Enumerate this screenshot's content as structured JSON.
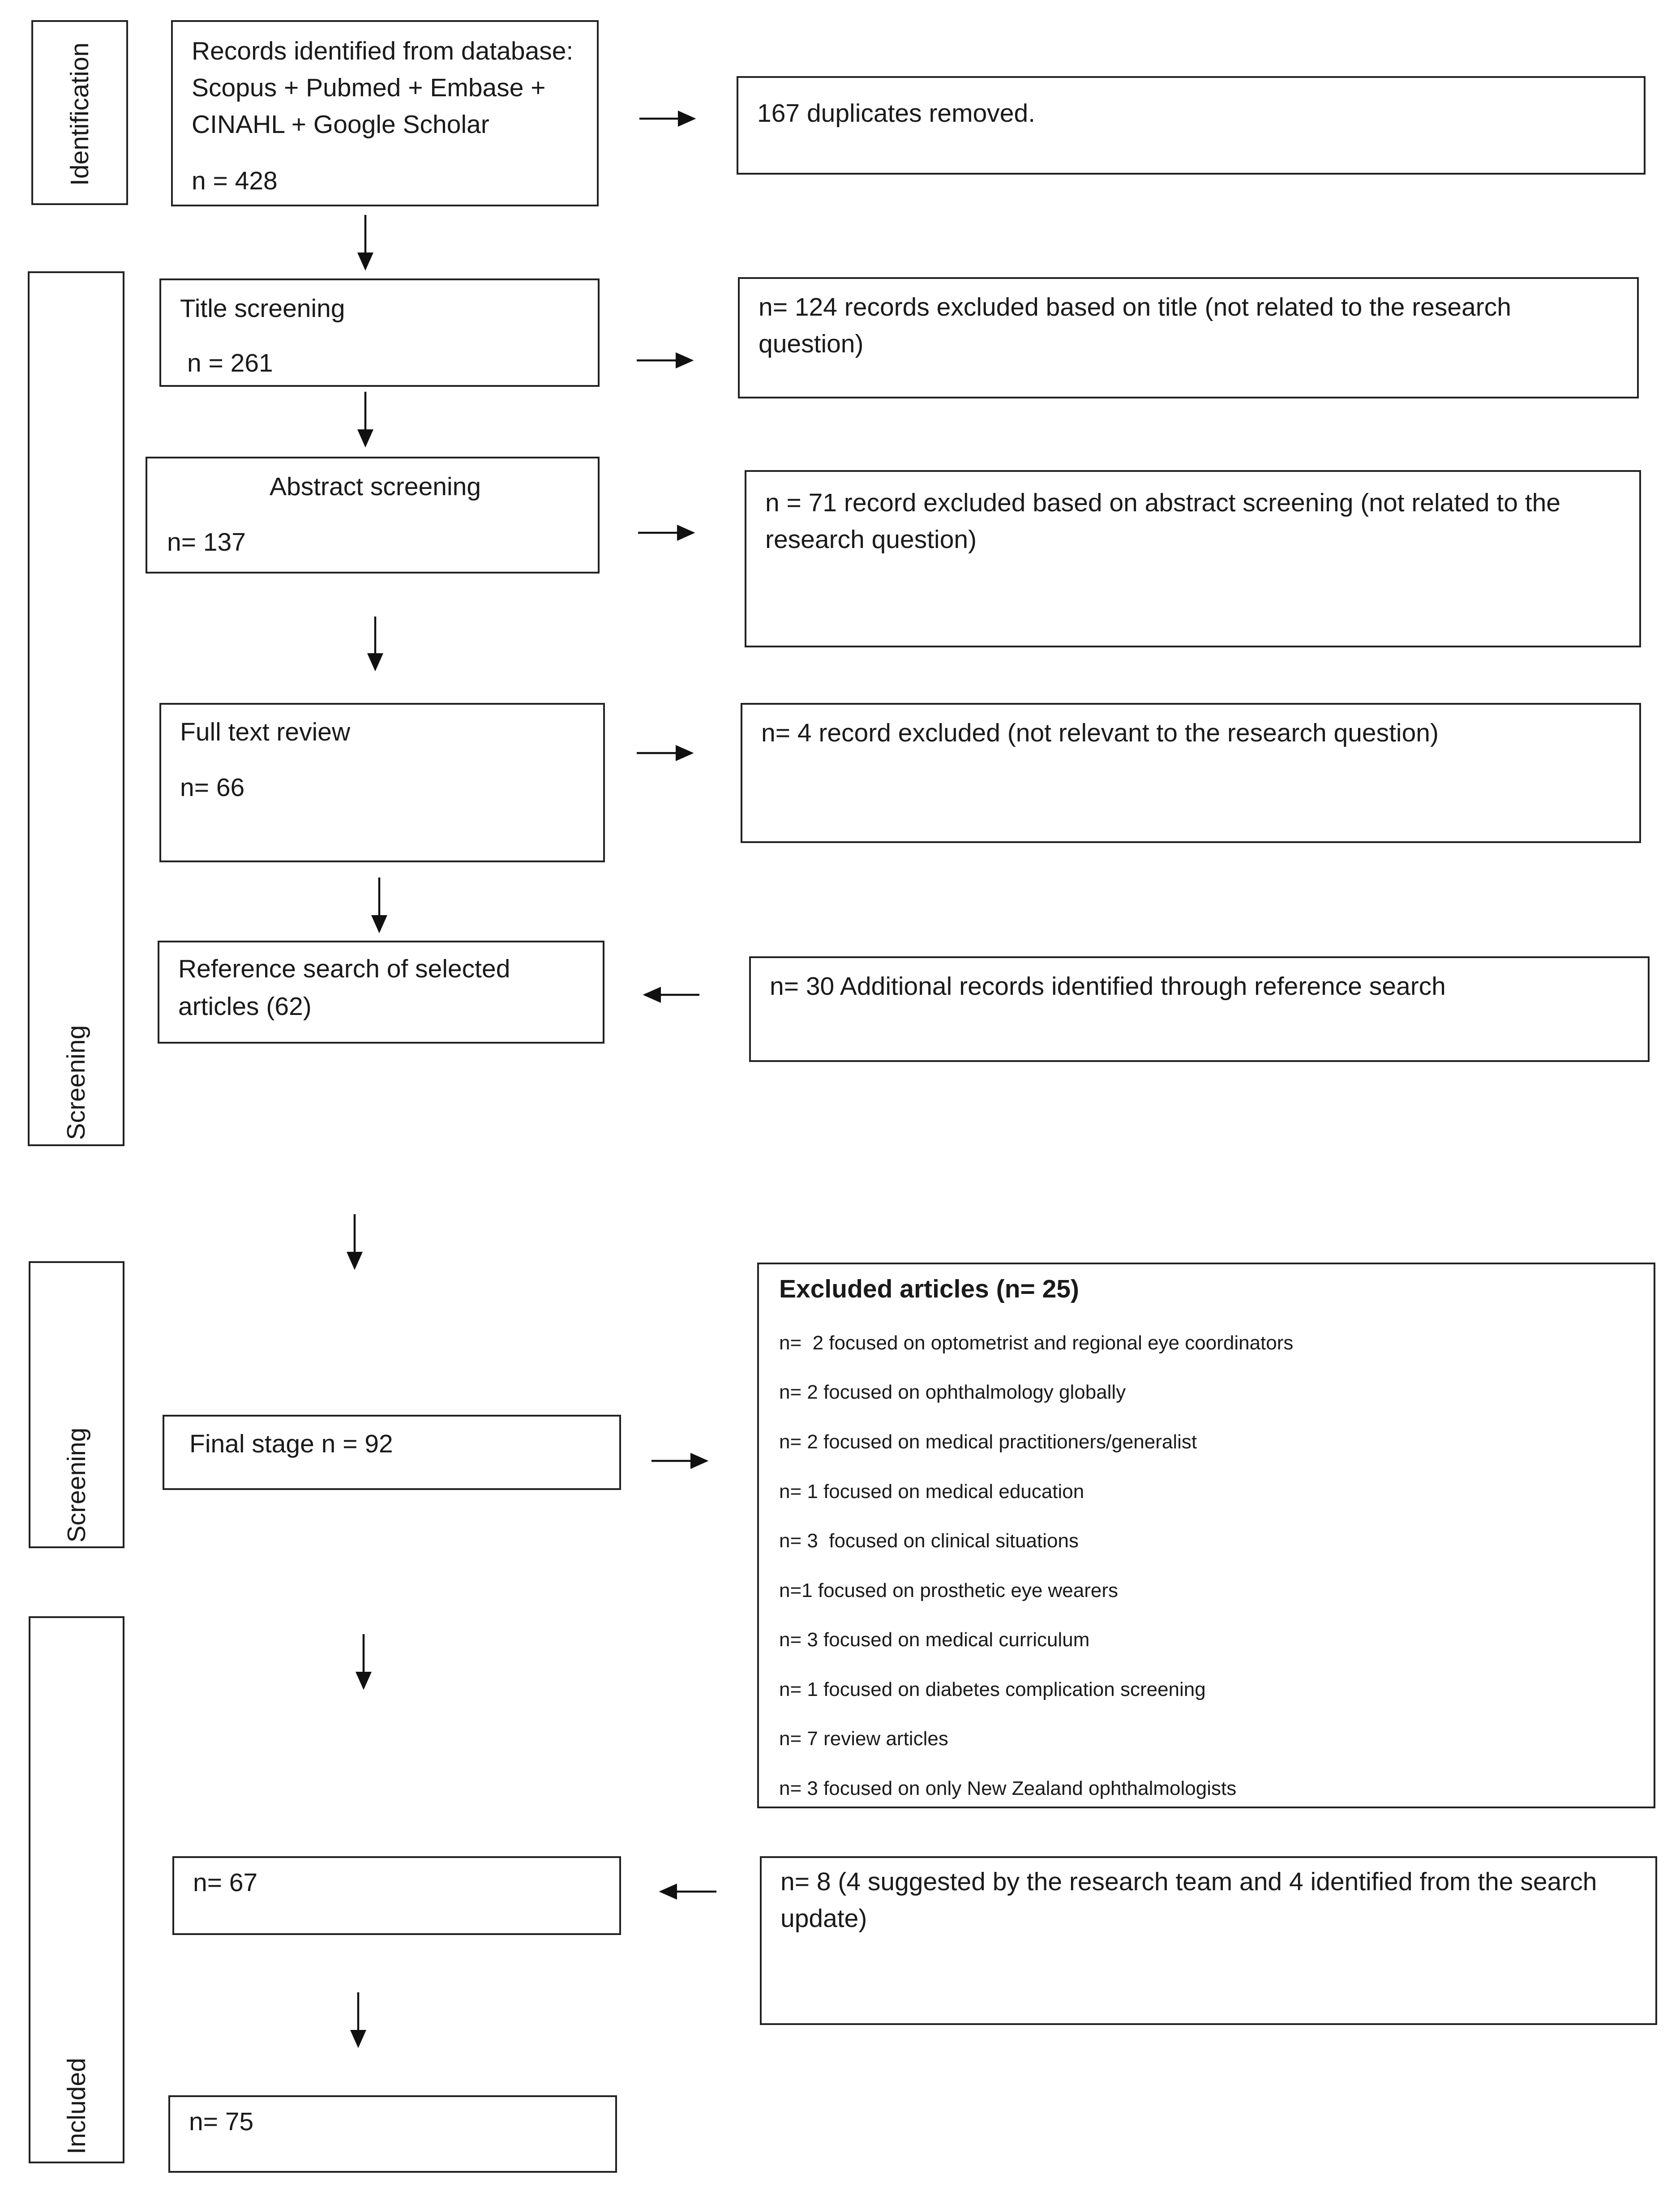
{
  "phases": {
    "identification": "Identification",
    "screening_1": "Screening",
    "screening_2": "Screening",
    "included": "Included"
  },
  "boxes": {
    "records_identified": {
      "line1": "Records identified from database:",
      "line2": "Scopus + Pubmed + Embase +",
      "line3": "CINAHL + Google Scholar",
      "count": "n = 428"
    },
    "duplicates": {
      "text": "167 duplicates removed."
    },
    "title_screening": {
      "label": "Title screening",
      "count": "n = 261"
    },
    "title_excluded": {
      "line1": "n= 124 records excluded based on title (not related to the research",
      "line2": "question)"
    },
    "abstract_screening": {
      "label": "Abstract screening",
      "count": "n= 137"
    },
    "abstract_excluded": {
      "line1": "n = 71 record excluded based on abstract screening (not related to the",
      "line2": "research question)"
    },
    "full_text": {
      "label": "Full text review",
      "count": "n= 66"
    },
    "full_text_excluded": {
      "text": "n= 4 record excluded (not relevant to the research question)"
    },
    "reference_search": {
      "line1": "Reference search of selected",
      "line2": "articles (62)"
    },
    "additional_records": {
      "text": "n= 30 Additional records identified through reference search"
    },
    "final_stage": {
      "text": "Final stage n = 92"
    },
    "excluded_articles": {
      "title": "Excluded articles (n= 25)",
      "items": [
        "n=  2 focused on optometrist and regional eye coordinators",
        "n= 2 focused on ophthalmology globally",
        "n= 2 focused on medical practitioners/generalist",
        "n= 1 focused on medical education",
        "n= 3  focused on clinical situations",
        "n=1 focused on prosthetic eye wearers",
        "n= 3 focused on medical curriculum",
        "n= 1 focused on diabetes complication screening",
        "n= 7 review articles",
        "n= 3 focused on only New Zealand ophthalmologists"
      ]
    },
    "n67": {
      "text": "n= 67"
    },
    "suggested": {
      "line1": "n= 8 (4 suggested by the research team and 4 identified from the search",
      "line2": "update)"
    },
    "n75": {
      "text": "n= 75"
    }
  }
}
